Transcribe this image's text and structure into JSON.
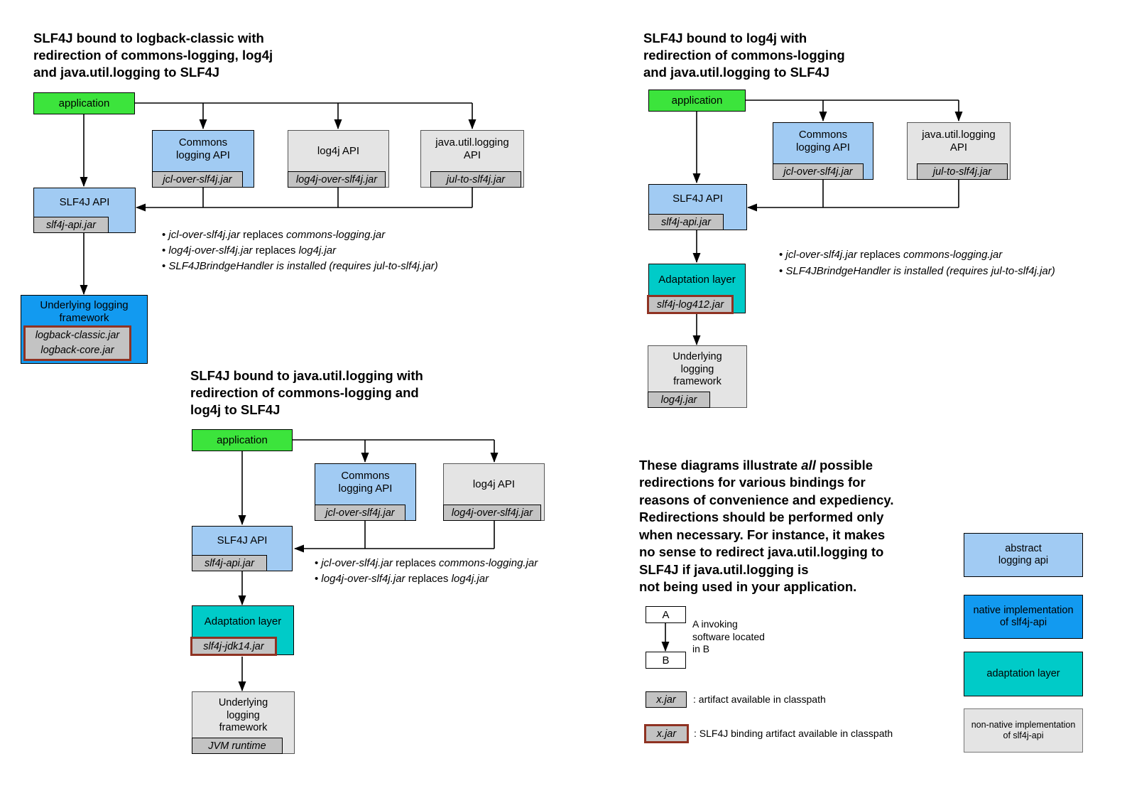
{
  "colors": {
    "application_green": "#3CE43C",
    "abstract_api_blue": "#A1CBF3",
    "native_impl_blue": "#129AF0",
    "adaptation_teal": "#00CBC8",
    "non_native_gray": "#E4E4E4",
    "jar_gray": "#C3C3C3",
    "binding_border_red": "#8F3222"
  },
  "d1": {
    "title": "SLF4J bound to logback-classic with\nredirection of commons-logging, log4j\nand java.util.logging to SLF4J",
    "application": {
      "label": "application"
    },
    "commons": {
      "label": "Commons\nlogging API",
      "jar": "jcl-over-slf4j.jar"
    },
    "log4j_api": {
      "label": "log4j API",
      "jar": "log4j-over-slf4j.jar"
    },
    "jul_api": {
      "label": "java.util.logging\nAPI",
      "jar": "jul-to-slf4j.jar"
    },
    "slf4j": {
      "label": "SLF4J API",
      "jar": "slf4j-api.jar"
    },
    "underlying": {
      "label": "Underlying logging\nframework",
      "jar": "logback-classic.jar\nlogback-core.jar"
    },
    "bullets": [
      {
        "i1": "jcl-over-slf4j.jar",
        "n": " replaces ",
        "i2": "commons-logging.jar"
      },
      {
        "i1": "log4j-over-slf4j.jar",
        "n": " replaces ",
        "i2": "log4j.jar"
      },
      {
        "i1": "SLF4JBrindgeHandler is installed (requires jul-to-slf4j.jar)",
        "n": "",
        "i2": ""
      }
    ]
  },
  "d2": {
    "title": "SLF4J bound to log4j with\nredirection of commons-logging\nand java.util.logging to SLF4J",
    "application": {
      "label": "application"
    },
    "commons": {
      "label": "Commons\nlogging API",
      "jar": "jcl-over-slf4j.jar"
    },
    "jul_api": {
      "label": "java.util.logging\nAPI",
      "jar": "jul-to-slf4j.jar"
    },
    "slf4j": {
      "label": "SLF4J API",
      "jar": "slf4j-api.jar"
    },
    "adaptation": {
      "label": "Adaptation layer",
      "jar": "slf4j-log412.jar"
    },
    "underlying": {
      "label": "Underlying\nlogging\nframework",
      "jar": "log4j.jar"
    },
    "bullets": [
      {
        "i1": "jcl-over-slf4j.jar",
        "n": " replaces ",
        "i2": "commons-logging.jar"
      },
      {
        "i1": "SLF4JBrindgeHandler is installed (requires jul-to-slf4j.jar)",
        "n": "",
        "i2": ""
      }
    ]
  },
  "d3": {
    "title": "SLF4J bound to java.util.logging with\nredirection of commons-logging and\nlog4j to SLF4J",
    "application": {
      "label": "application"
    },
    "commons": {
      "label": "Commons\nlogging API",
      "jar": "jcl-over-slf4j.jar"
    },
    "log4j_api": {
      "label": "log4j API",
      "jar": "log4j-over-slf4j.jar"
    },
    "slf4j": {
      "label": "SLF4J API",
      "jar": "slf4j-api.jar"
    },
    "adaptation": {
      "label": "Adaptation layer",
      "jar": "slf4j-jdk14.jar"
    },
    "underlying": {
      "label": "Underlying\nlogging\nframework",
      "jar": "JVM runtime"
    },
    "bullets": [
      {
        "i1": "jcl-over-slf4j.jar",
        "n": " replaces ",
        "i2": "commons-logging.jar"
      },
      {
        "i1": "log4j-over-slf4j.jar",
        "n": " replaces ",
        "i2": "log4j.jar"
      }
    ]
  },
  "note": {
    "part1": "These diagrams illustrate ",
    "part2": "all",
    "part3": " possible\nredirections for various bindings for\nreasons of convenience and expediency.\nRedirections should be performed only\nwhen necessary. For instance, it makes\nno sense to redirect java.util.logging to\nSLF4J if java.util.logging is\nnot being used in your application."
  },
  "legend": {
    "invoke": {
      "a": "A",
      "b": "B",
      "caption": "A invoking\nsoftware located\nin B"
    },
    "artifact": {
      "label": "x.jar",
      "caption": ": artifact available in classpath"
    },
    "binding_artifact": {
      "label": "x.jar",
      "caption": ": SLF4J binding artifact available in classpath"
    },
    "color_boxes": [
      {
        "label": "abstract\nlogging api"
      },
      {
        "label": "native implementation\nof slf4j-api"
      },
      {
        "label": "adaptation layer"
      },
      {
        "label": "non-native implementation\nof slf4j-api"
      }
    ]
  }
}
